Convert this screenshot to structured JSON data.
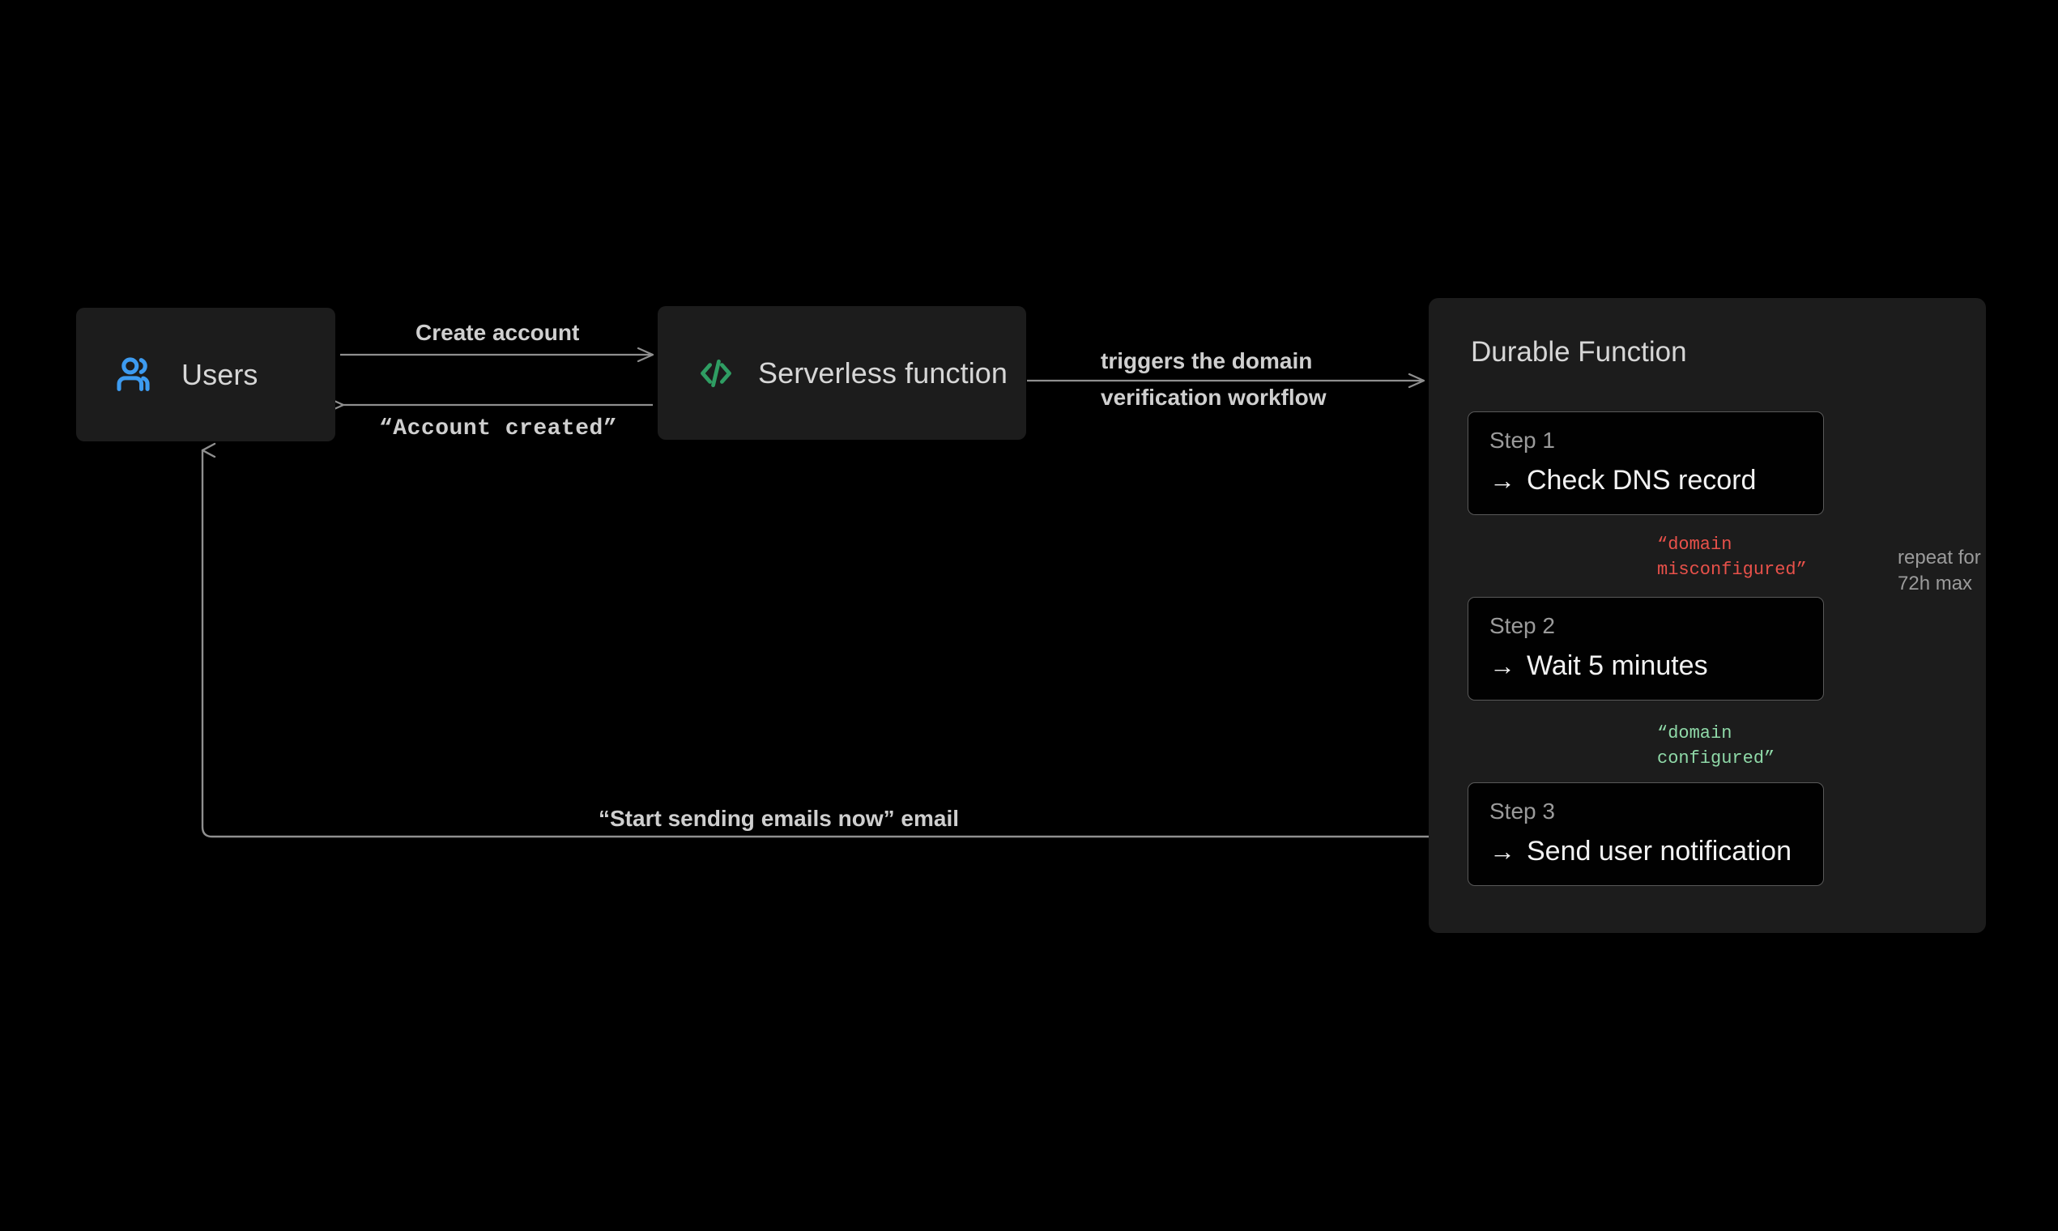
{
  "diagram": {
    "background": "#000000",
    "nodes": {
      "users": {
        "label": "Users",
        "icon": "users-icon",
        "icon_color": "#3d9bf0"
      },
      "serverless": {
        "label": "Serverless function",
        "icon": "code-brackets-icon",
        "icon_color": "#2f9e63"
      },
      "durable": {
        "title": "Durable Function",
        "steps": [
          {
            "kicker": "Step 1",
            "arrow": "→",
            "title": "Check DNS record"
          },
          {
            "kicker": "Step 2",
            "arrow": "→",
            "title": "Wait 5 minutes"
          },
          {
            "kicker": "Step 3",
            "arrow": "→",
            "title": "Send user notification"
          }
        ]
      }
    },
    "edges": {
      "create_account": "Create account",
      "account_created": "“Account created”",
      "triggers_line1": "triggers the domain",
      "triggers_line2": "verification workflow",
      "domain_misconfigured": "“domain\nmisconfigured”",
      "domain_configured": "“domain\nconfigured”",
      "repeat_note": "repeat for\n72h max",
      "start_sending": "“Start sending emails now” email"
    },
    "colors": {
      "line": "#8f8f8f",
      "text": "#cfcfcf",
      "muted": "#9b9b9b",
      "error": "#e8514a",
      "success": "#8fd9a8",
      "panel": "#1c1c1c",
      "step_fill": "#010101",
      "step_border": "#595959"
    }
  }
}
